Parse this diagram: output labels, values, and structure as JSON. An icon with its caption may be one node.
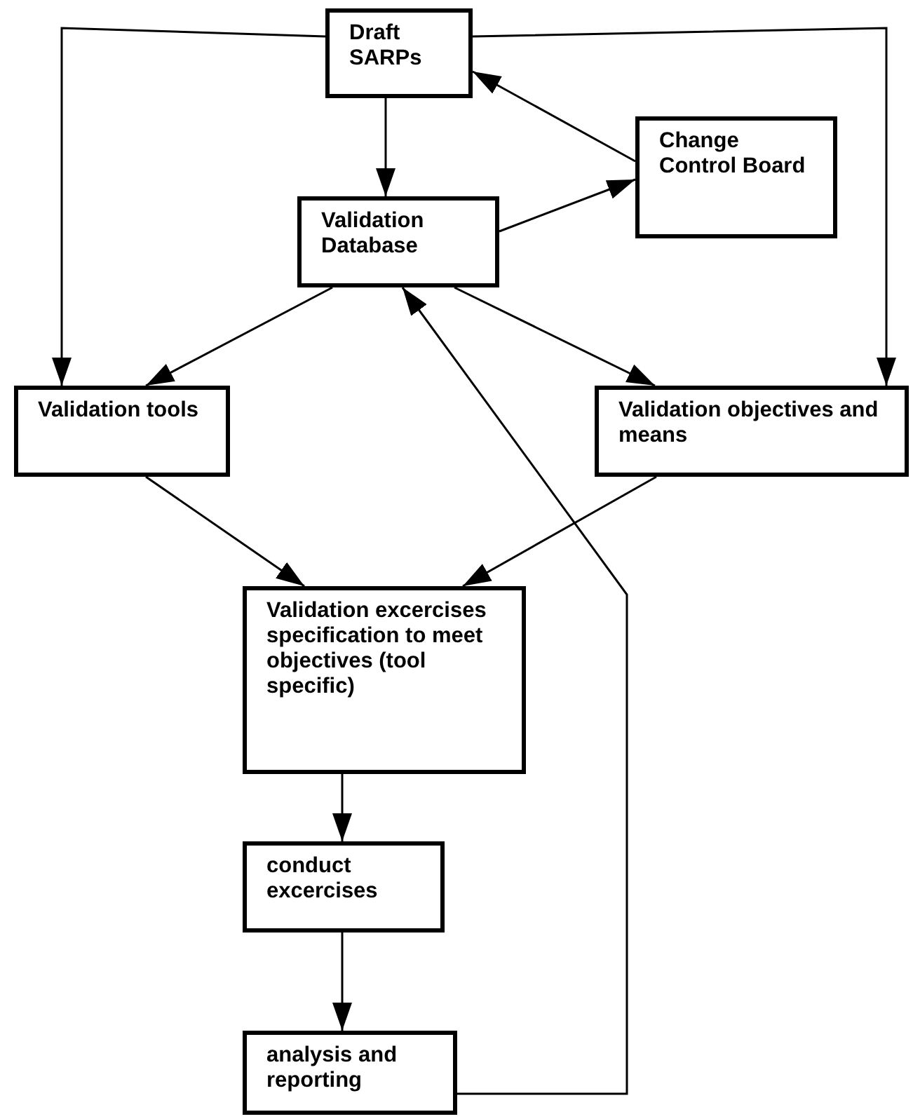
{
  "diagram": {
    "nodes": [
      {
        "text": [
          "Draft SARPs"
        ]
      },
      {
        "text": [
          "Change Control Board"
        ]
      },
      {
        "text": [
          "Validation Database"
        ]
      },
      {
        "text": [
          "Validation tools"
        ]
      },
      {
        "text": [
          "Validation objectives and means"
        ]
      },
      {
        "text": [
          "Validation excercises specification to meet objectives (tool specific)"
        ]
      },
      {
        "text": [
          "conduct excercises"
        ]
      },
      {
        "text": [
          "analysis and reporting"
        ]
      }
    ],
    "edges": [
      {
        "from": 0,
        "to": 3,
        "arrow": "to"
      },
      {
        "from": 0,
        "to": 4,
        "arrow": "to"
      },
      {
        "from": 0,
        "to": 2,
        "arrow": "to"
      },
      {
        "from": 1,
        "to": 0,
        "arrow": "to"
      },
      {
        "from": 2,
        "to": 1,
        "arrow": "to"
      },
      {
        "from": 2,
        "to": 3,
        "arrow": "to"
      },
      {
        "from": 2,
        "to": 4,
        "arrow": "to"
      },
      {
        "from": 3,
        "to": 5,
        "arrow": "to"
      },
      {
        "from": 4,
        "to": 5,
        "arrow": "to"
      },
      {
        "from": 5,
        "to": 6,
        "arrow": "to"
      },
      {
        "from": 6,
        "to": 7,
        "arrow": "to"
      },
      {
        "from": 7,
        "to": 2,
        "arrow": "to"
      }
    ]
  }
}
